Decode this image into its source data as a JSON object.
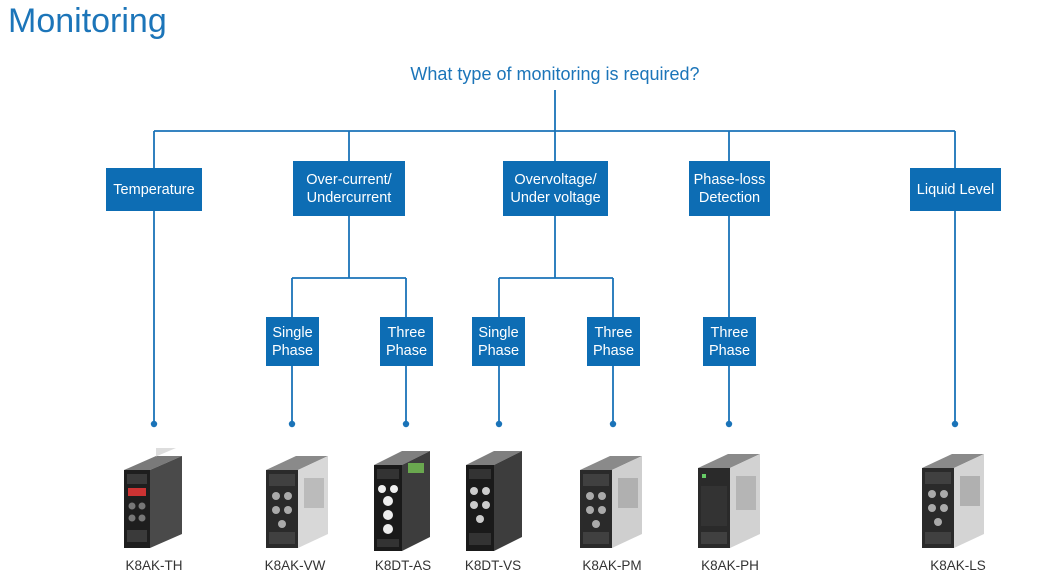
{
  "title": "Monitoring",
  "question": "What type of monitoring is required?",
  "categories": [
    {
      "label": "Temperature"
    },
    {
      "label": "Over-current/\nUndercurrent"
    },
    {
      "label": "Overvoltage/\nUnder voltage"
    },
    {
      "label": "Phase-loss\nDetection"
    },
    {
      "label": "Liquid Level"
    }
  ],
  "subtypes": [
    {
      "label": "Single\nPhase"
    },
    {
      "label": "Three\nPhase"
    },
    {
      "label": "Single\nPhase"
    },
    {
      "label": "Three\nPhase"
    },
    {
      "label": "Three\nPhase"
    }
  ],
  "products": [
    {
      "name": "K8AK-TH"
    },
    {
      "name": "K8AK-VW"
    },
    {
      "name": "K8DT-AS"
    },
    {
      "name": "K8DT-VS"
    },
    {
      "name": "K8AK-PM"
    },
    {
      "name": "K8AK-PH"
    },
    {
      "name": "K8AK-LS"
    }
  ],
  "colors": {
    "accent": "#0d6db4",
    "title": "#1c75b9",
    "line": "#1a73b8"
  }
}
